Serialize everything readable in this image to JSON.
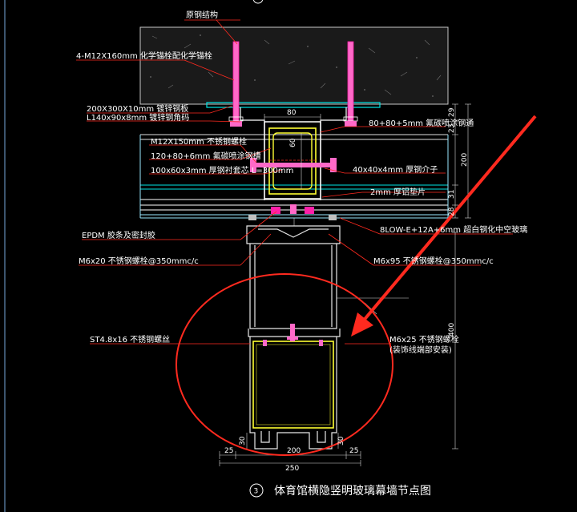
{
  "labels": {
    "structure": "原钢结构",
    "anchor_bolt": "4-M12X160mm 化学锚栓配化学锚栓",
    "plate": "200X300X10mm 镀锌钢板",
    "angle": "L140x90x8mm 镀锌钢角码",
    "bolt_m12": "M12X150mm 不锈钢螺栓",
    "channel_120": "120+80+6mm 氟碳喷涂钢槽",
    "tube_100": "100x60x3mm 厚钢衬套芯 L=300mm",
    "tube_80": "80+80+5mm 氟碳喷涂钢通",
    "tube_40": "40x40x4mm 厚钢介子",
    "pad_2mm": "2mm 厚铝垫片",
    "epdm": "EPDM 胶条及密封胶",
    "glass": "8LOW-E+12A+6mm 超白钢化中空玻璃",
    "screw_m6_20": "M6x20 不锈钢螺栓@350mmc/c",
    "screw_m6_95": "M6x95 不锈钢螺栓@350mmc/c",
    "screw_st48": "ST4.8x16 不锈钢螺丝",
    "screw_m6_25": "M6x25 不锈钢螺栓",
    "screw_m6_25_note": "(装饰线端部安装)"
  },
  "dimensions": {
    "d80_top": "80",
    "d60": "60",
    "d29": "29",
    "d23": "23",
    "d200_right": "200",
    "d31": "31",
    "d28": "28",
    "d400": "400",
    "d30_left": "30",
    "d30_right": "30",
    "d200_bottom": "200",
    "d25_left": "25",
    "d25_right": "25",
    "d250": "250"
  },
  "caption": {
    "number": "3",
    "title": "体育馆横隐竖明玻璃幕墙节点图"
  },
  "colors": {
    "background": "#000000",
    "annotation": "#ff2a1f",
    "arrow": "#ff2a1f",
    "profile": "#e8e8e8",
    "glass": "#9ae7ff",
    "bolt": "#ff69c8",
    "tube": "#ffff33",
    "steel": "#00e6e6"
  }
}
